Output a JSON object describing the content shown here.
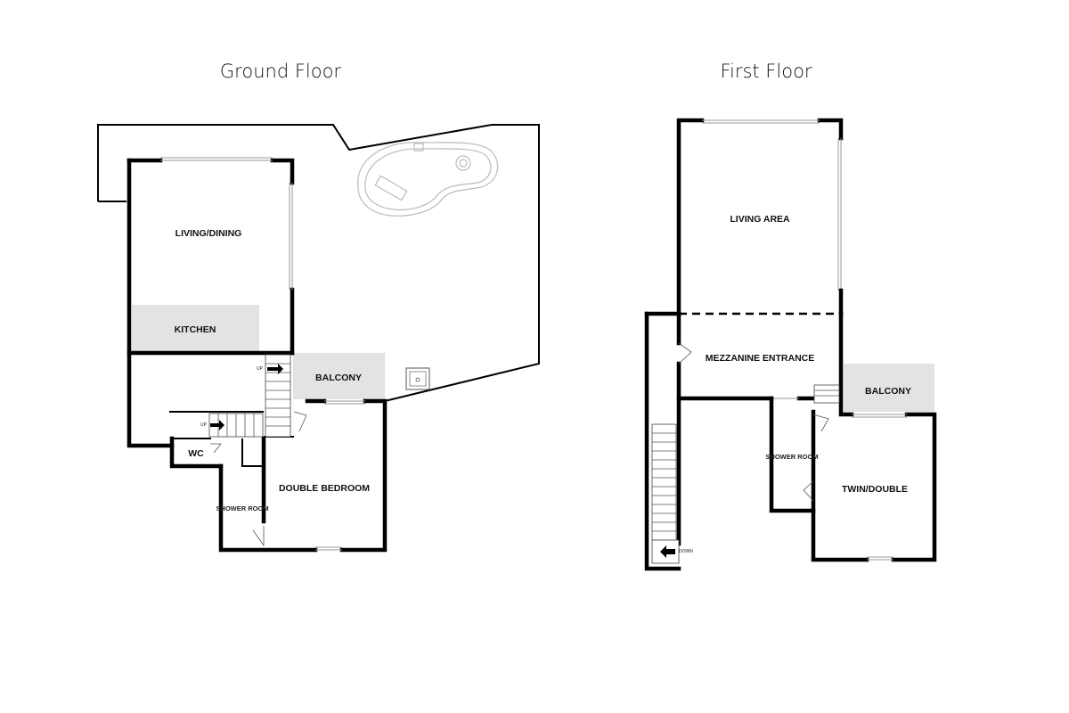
{
  "ground_floor": {
    "title": "Ground Floor",
    "rooms": {
      "living_dining": "LIVING/DINING",
      "kitchen": "KITCHEN",
      "balcony": "BALCONY",
      "wc": "WC",
      "shower_room": "SHOWER ROOM",
      "double_bedroom": "DOUBLE BEDROOM"
    },
    "stair_labels": {
      "up_1": "UP",
      "up_2": "UP"
    }
  },
  "first_floor": {
    "title": "First Floor",
    "rooms": {
      "living_area": "LIVING AREA",
      "mezzanine_entrance": "MEZZANINE ENTRANCE",
      "balcony": "BALCONY",
      "shower_room": "SHOWER ROOM",
      "twin_double": "TWIN/DOUBLE"
    },
    "stair_labels": {
      "down": "DOWN"
    }
  }
}
